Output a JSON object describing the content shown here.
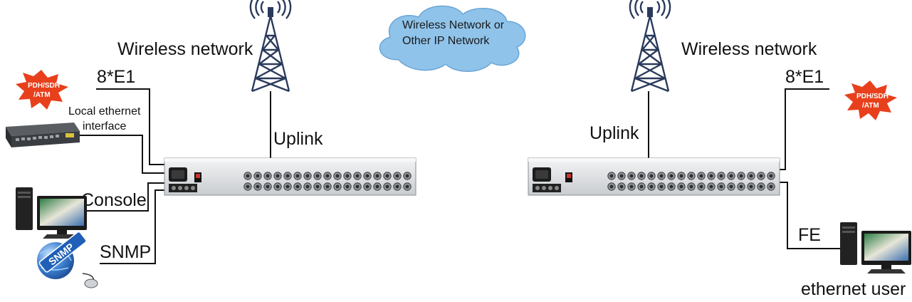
{
  "labels": {
    "wireless_left": "Wireless network",
    "wireless_right": "Wireless network",
    "cloud_line1": "Wireless Network or",
    "cloud_line2": "Other IP Network",
    "e1_left": "8*E1",
    "e1_right": "8*E1",
    "pdh_line1": "PDH/SDH",
    "pdh_line2": "/ATM",
    "local_eth_line1": "Local ethernet",
    "local_eth_line2": "interface",
    "console": "Console",
    "snmp": "SNMP",
    "snmp_globe": "SNMP",
    "uplink_left": "Uplink",
    "uplink_right": "Uplink",
    "fe": "FE",
    "ethernet_user": "ethernet user"
  },
  "colors": {
    "burst": "#e8401c",
    "cloud": "#8fc3ea",
    "chassis": "#e4e6e8",
    "tower": "#2a3a5c"
  },
  "icons": [
    "tower-icon",
    "cloud-icon",
    "starburst-icon",
    "switch-icon",
    "computer-icon",
    "globe-icon",
    "mux-device-icon"
  ]
}
